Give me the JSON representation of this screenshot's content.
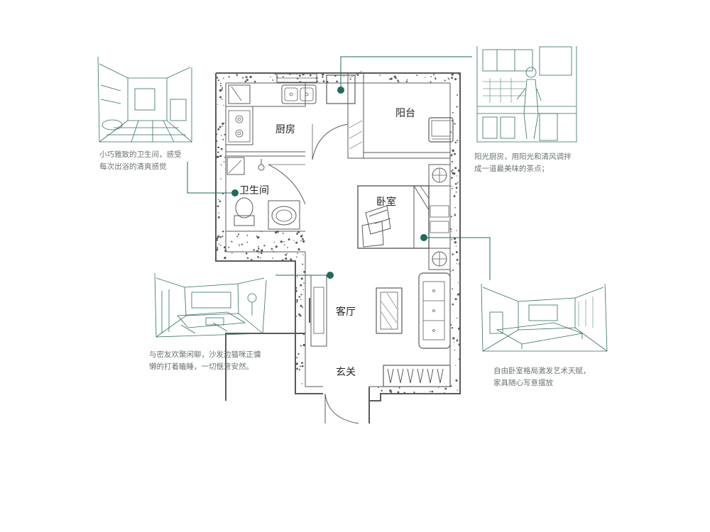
{
  "rooms": {
    "kitchen": "厨房",
    "balcony": "阳台",
    "bathroom": "卫生间",
    "bedroom": "卧室",
    "living_room": "客厅",
    "entrance": "玄关"
  },
  "captions": {
    "bathroom": [
      "小巧雅致的卫生间，感受",
      "每次出浴的清爽感觉"
    ],
    "kitchen": [
      "阳光厨房，用阳光和清风调拌",
      "成一道最美味的茶点；"
    ],
    "living": [
      "与密友欢聚闲聊，沙发边猫咪正慵",
      "懒的打着瞌睡，一切惬意安然。"
    ],
    "bedroom": [
      "自由卧室格局激发艺术天赋，",
      "家具随心写意摆放"
    ]
  },
  "colors": {
    "wall": "#5a5a5a",
    "accent": "#1f6b5c",
    "sketch": "#2f6f63",
    "caption": "#6a7470"
  }
}
